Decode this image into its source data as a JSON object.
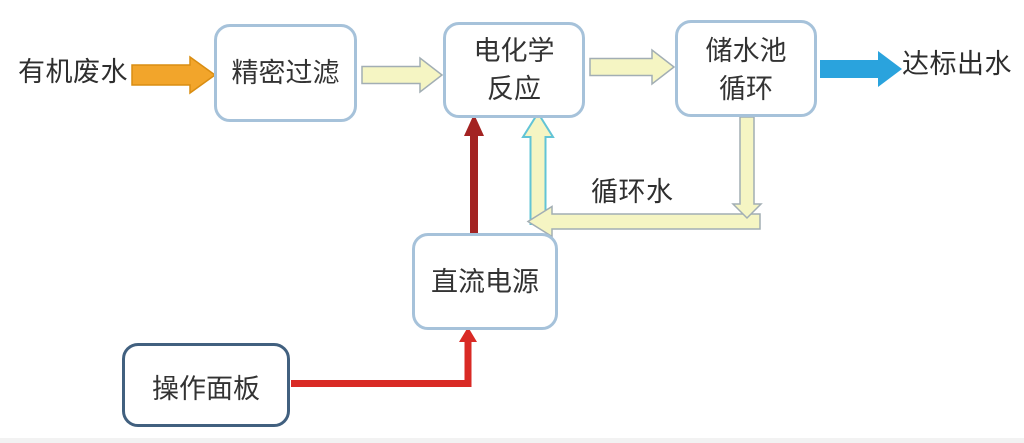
{
  "diagram": {
    "title": "electrochemical wastewater treatment process flow",
    "flow_labels": {
      "inlet": "有机废水",
      "outlet": "达标出水",
      "recycle": "循环水"
    },
    "nodes": {
      "filter": {
        "label": "精密过滤"
      },
      "electrochemical": {
        "line1": "电化学",
        "line2": "反应"
      },
      "storage": {
        "line1": "储水池",
        "line2": "循环"
      },
      "dc_power": {
        "label": "直流电源"
      },
      "control_panel": {
        "label": "操作面板"
      }
    },
    "colors": {
      "inlet_arrow": "#f2a52b",
      "inlet_arrow_edge": "#d98d12",
      "process_arrow_fill": "#f5f5c3",
      "process_arrow_edge": "#a2aeb4",
      "outlet_arrow": "#2aa3dd",
      "recycle_up_edge": "#62c4d6",
      "power_arrow": "#a32322",
      "control_line": "#d92a25",
      "node_border_light": "#a6c2da",
      "node_border_dark": "#41607f"
    }
  }
}
